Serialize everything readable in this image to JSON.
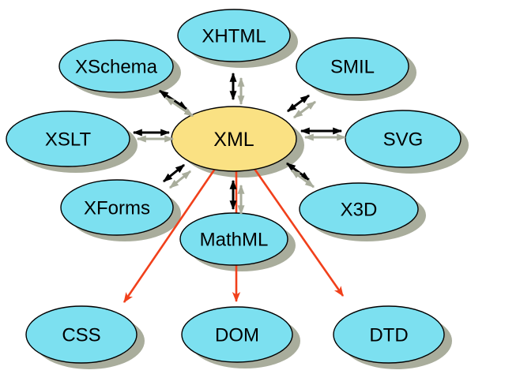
{
  "diagram": {
    "description": "XML hub diagram with related technologies",
    "center_node": {
      "id": "xml",
      "label": "XML"
    },
    "satellites": {
      "xhtml": {
        "label": "XHTML"
      },
      "xschema": {
        "label": "XSchema"
      },
      "smil": {
        "label": "SMIL"
      },
      "xslt": {
        "label": "XSLT"
      },
      "svg": {
        "label": "SVG"
      },
      "xforms": {
        "label": "XForms"
      },
      "x3d": {
        "label": "X3D"
      },
      "mathml": {
        "label": "MathML"
      }
    },
    "outputs": {
      "css": {
        "label": "CSS"
      },
      "dom": {
        "label": "DOM"
      },
      "dtd": {
        "label": "DTD"
      }
    },
    "edges": {
      "bidirectional_from_center": [
        "XHTML",
        "XSchema",
        "SMIL",
        "XSLT",
        "SVG",
        "XForms",
        "X3D",
        "MathML"
      ],
      "directed_from_center": [
        "CSS",
        "DOM",
        "DTD"
      ]
    },
    "colors": {
      "background": "#ffffff",
      "satellite_fill": "#7CE0F0",
      "center_fill": "#FAE183",
      "outline": "#000000",
      "shadow": "#A9AD9C",
      "arrow_black": "#000000",
      "arrow_gray": "#A9AD9C",
      "arrow_red": "#F1401B",
      "label_color": "#000000"
    }
  }
}
